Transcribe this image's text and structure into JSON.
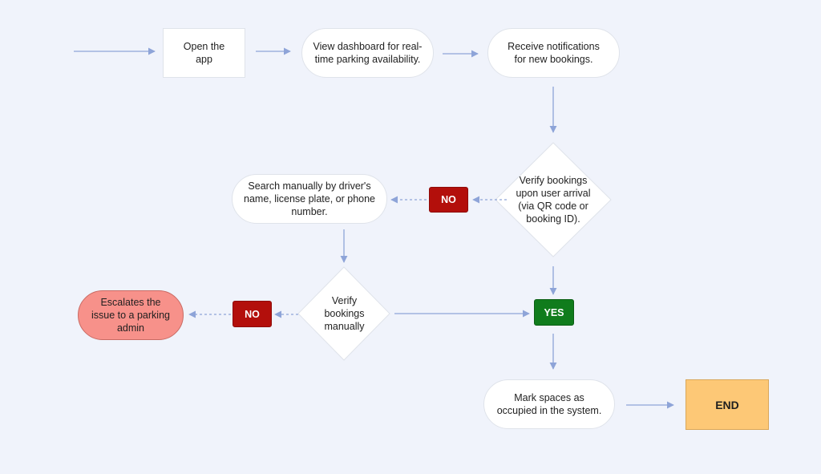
{
  "flow": {
    "open_app": "Open the app",
    "view_dashboard": "View dashboard for real-time parking availability.",
    "receive_notifications": "Receive notifications for new bookings.",
    "verify_arrival": "Verify bookings upon user arrival (via QR code or booking ID).",
    "search_manually": "Search manually by driver's name, license plate, or phone number.",
    "verify_manually": "Verify bookings manually",
    "escalate": "Escalates the issue to a parking admin",
    "mark_occupied": "Mark spaces as occupied in the system.",
    "end": "END",
    "no_label_1": "NO",
    "no_label_2": "NO",
    "yes_label": "YES"
  },
  "colors": {
    "background": "#f0f3fb",
    "arrow": "#8ea4d8",
    "no_badge": "#b30f0b",
    "yes_badge": "#107c1c",
    "escalate_fill": "#f7918a",
    "end_fill": "#fdc876"
  }
}
